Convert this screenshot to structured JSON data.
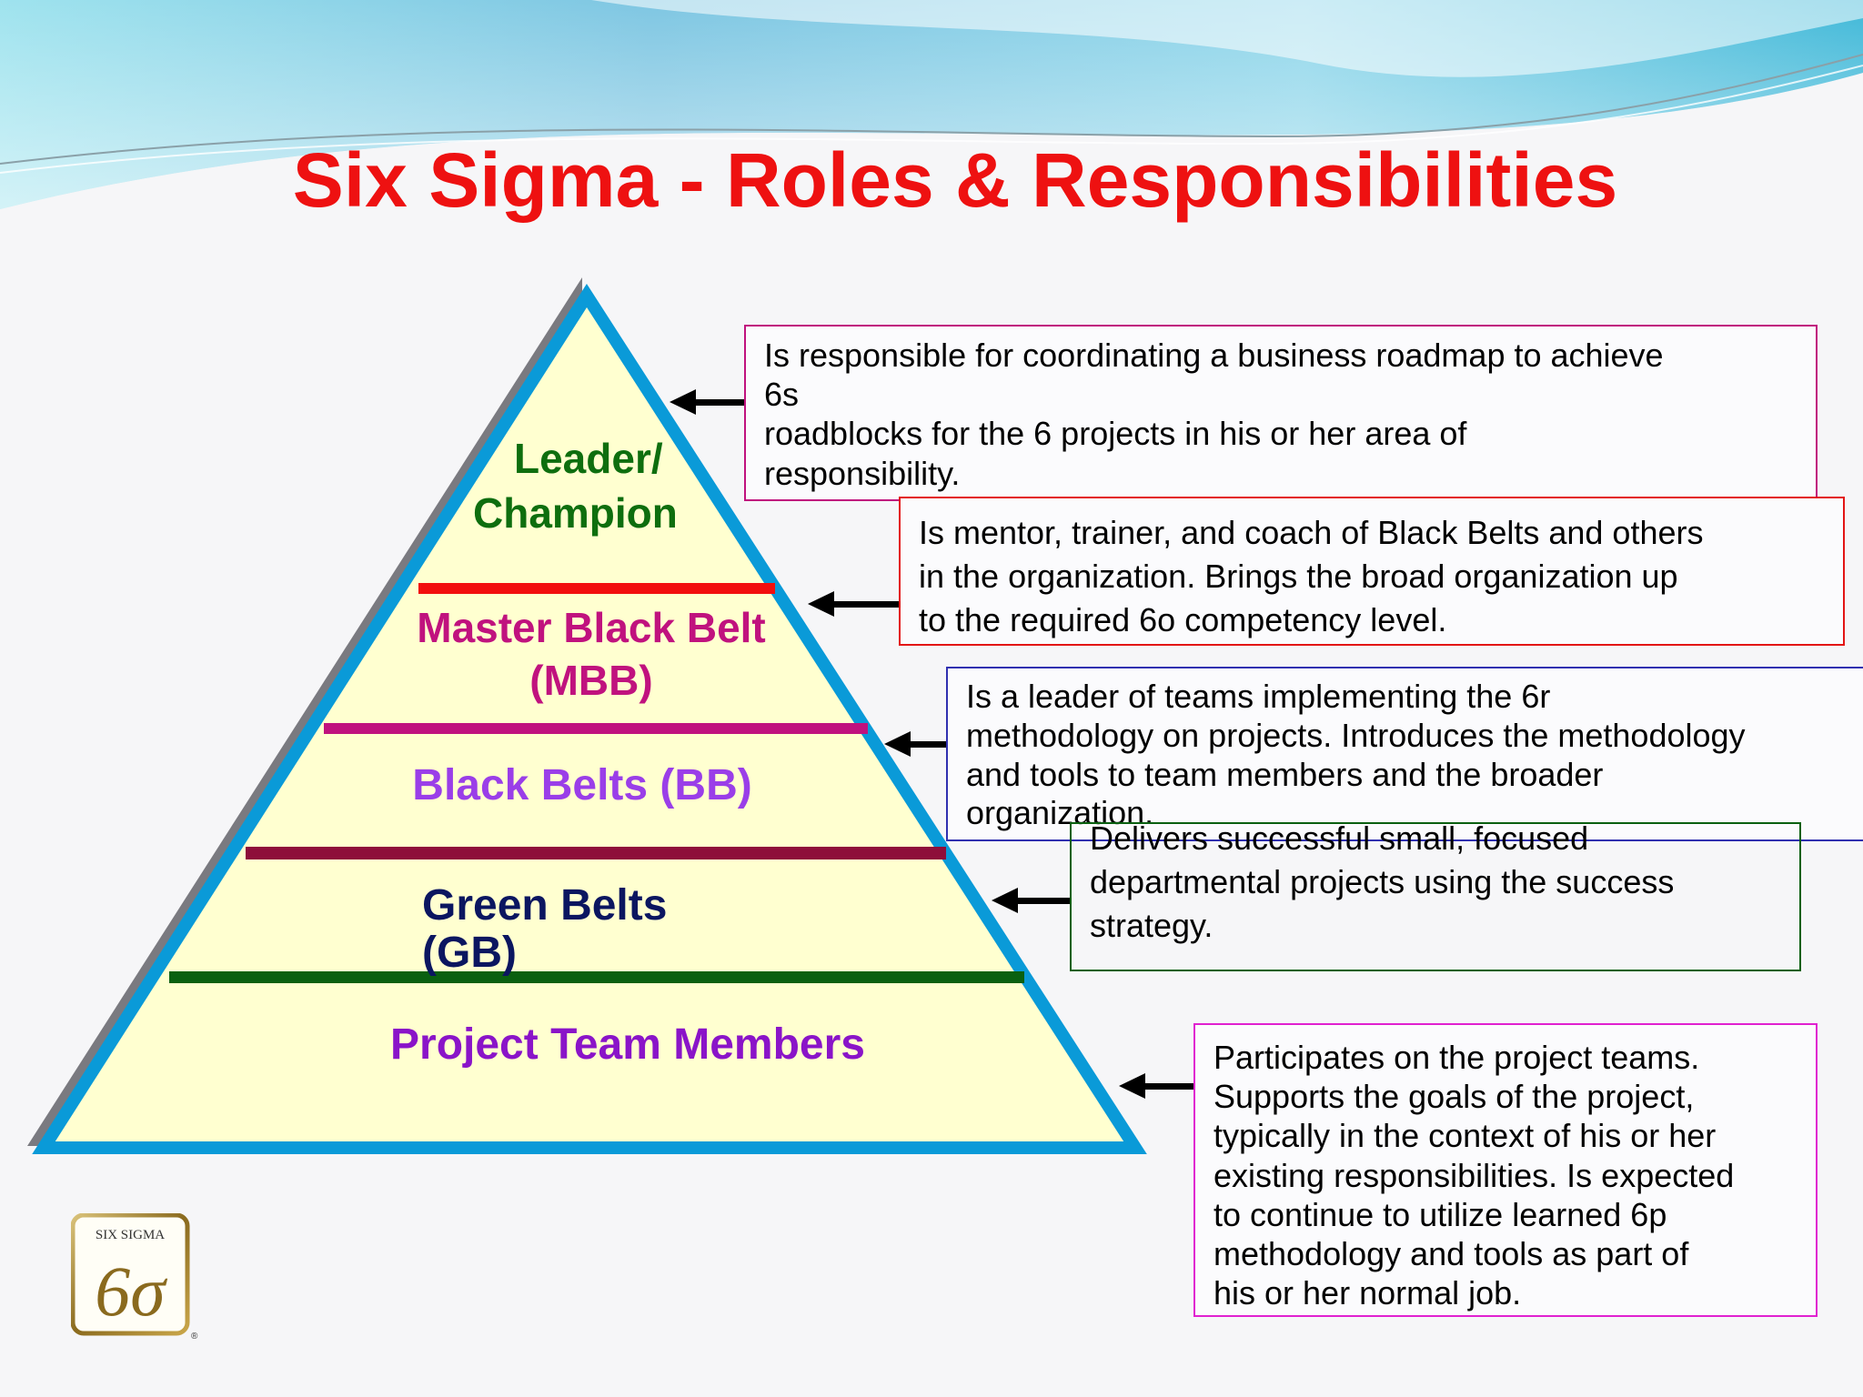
{
  "title": "Six Sigma - Roles & Responsibilities",
  "colors": {
    "title": "#ee1111",
    "pyramid_fill": "#ffffd0",
    "pyramid_border": "#0a9ad8",
    "leader": "#0e6e0e",
    "mbb": "#c0127e",
    "bb": "#9a3ee8",
    "gb": "#0b1660",
    "ptm": "#8a14c8"
  },
  "tiers": {
    "leader": {
      "line1": "Leader/",
      "line2": "Champion"
    },
    "mbb": {
      "line1": "Master Black Belt",
      "line2": "(MBB)"
    },
    "bb": {
      "label": "Black Belts (BB)"
    },
    "gb": {
      "line1": "Green Belts",
      "line2": "(GB)"
    },
    "ptm": {
      "label": "Project Team Members"
    }
  },
  "descriptions": {
    "leader": [
      "Is responsible for coordinating a business roadmap to achieve",
      "6s",
      "roadblocks for  the 6    projects in his or her area of",
      "responsibility."
    ],
    "mbb": [
      "Is mentor, trainer, and coach of Black Belts and others",
      "in the organization. Brings the broad organization up",
      "to the required 6o  competency level."
    ],
    "bb": [
      "Is a leader of teams implementing the 6r",
      "methodology on projects. Introduces the methodology",
      "and tools to team members and the broader",
      "organization."
    ],
    "gb": [
      "Delivers successful small, focused",
      "departmental projects using the success",
      "strategy."
    ],
    "ptm": [
      "Participates on the project teams.",
      "Supports the goals of the project,",
      "typically in the context of his or her",
      "existing responsibilities. Is expected",
      "to continue to utilize learned 6p",
      "methodology and tools as part of",
      "his or her normal job."
    ]
  },
  "logo": {
    "top_text": "SIX SIGMA",
    "mark": "6σ",
    "registered": "®"
  }
}
